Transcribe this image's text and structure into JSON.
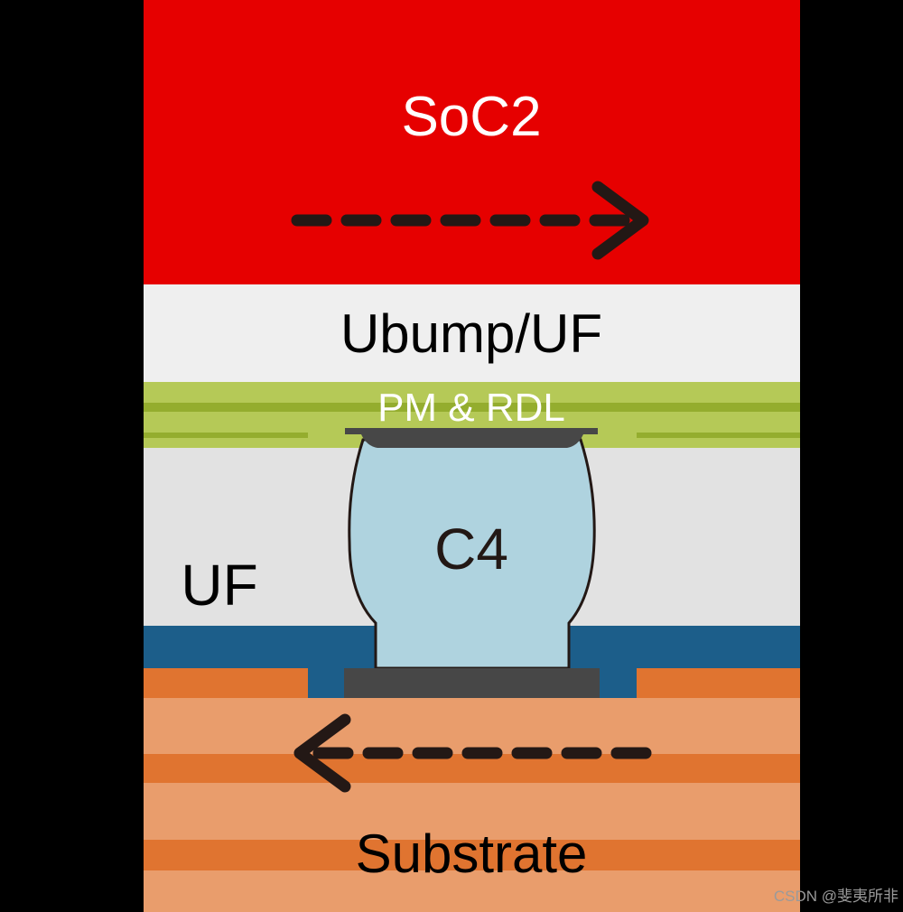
{
  "labels": {
    "soc2": "SoC2",
    "ubump_uf": "Ubump/UF",
    "pm_rdl": "PM & RDL",
    "c4": "C4",
    "uf": "UF",
    "substrate": "Substrate",
    "watermark": "CSDN @斐夷所非"
  },
  "colors": {
    "background": "#000000",
    "soc2": "#e60000",
    "ubump_uf": "#efefef",
    "pm_rdl_light": "#b5c957",
    "pm_rdl_dark": "#94ad2e",
    "uf": "#e2e2e2",
    "passivation": "#1c5e8a",
    "substrate_light": "#e99d6c",
    "substrate_dark": "#e07430",
    "pad": "#474747",
    "bump": "#afd3df",
    "arrow": "#231815"
  }
}
